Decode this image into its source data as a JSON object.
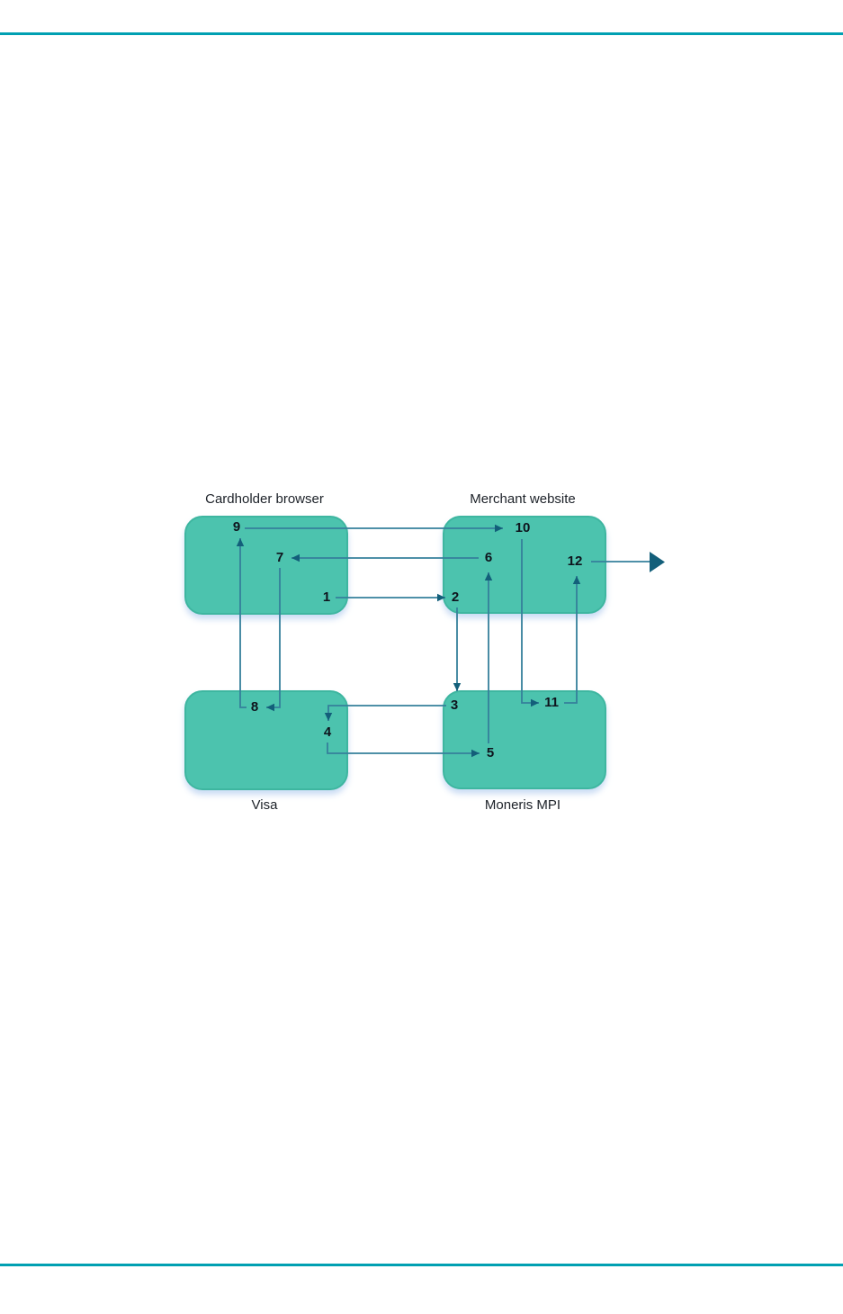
{
  "page": {
    "background": "#ffffff",
    "rule_color": "#00a0b2"
  },
  "diagram": {
    "boxes": [
      {
        "id": "cardholder-browser",
        "label": "Cardholder browser",
        "label_position": "top"
      },
      {
        "id": "merchant-website",
        "label": "Merchant website",
        "label_position": "top"
      },
      {
        "id": "visa",
        "label": "Visa",
        "label_position": "bottom"
      },
      {
        "id": "moneris-mpi",
        "label": "Moneris MPI",
        "label_position": "bottom"
      }
    ],
    "steps": [
      {
        "n": "1"
      },
      {
        "n": "2"
      },
      {
        "n": "3"
      },
      {
        "n": "4"
      },
      {
        "n": "5"
      },
      {
        "n": "6"
      },
      {
        "n": "7"
      },
      {
        "n": "8"
      },
      {
        "n": "9"
      },
      {
        "n": "10"
      },
      {
        "n": "11"
      },
      {
        "n": "12"
      }
    ],
    "arrows": [
      {
        "from": "1",
        "to": "2"
      },
      {
        "from": "2",
        "to": "3"
      },
      {
        "from": "3",
        "to": "4"
      },
      {
        "from": "4",
        "to": "5"
      },
      {
        "from": "5",
        "to": "6"
      },
      {
        "from": "6",
        "to": "7"
      },
      {
        "from": "7",
        "to": "8"
      },
      {
        "from": "8",
        "to": "9"
      },
      {
        "from": "9",
        "to": "10"
      },
      {
        "from": "10",
        "to": "11"
      },
      {
        "from": "11",
        "to": "12"
      },
      {
        "from": "12",
        "to": "exit-right"
      }
    ],
    "colors": {
      "box_fill": "#4cc3ae",
      "box_border": "#3eb6a0",
      "line": "#35809b",
      "arrowhead": "#135f7a",
      "label_text": "#1c2128",
      "step_text": "#0e141d"
    }
  }
}
